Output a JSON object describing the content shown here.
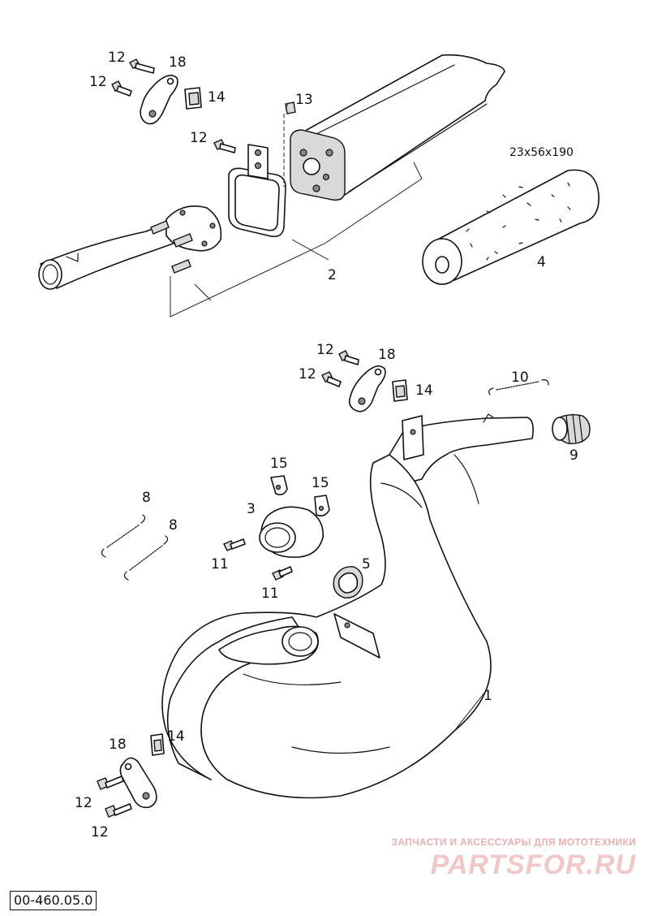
{
  "callouts": {
    "c1": "1",
    "c2": "2",
    "c3": "3",
    "c4": "4",
    "c5": "5",
    "c8a": "8",
    "c8b": "8",
    "c9": "9",
    "c10": "10",
    "c11a": "11",
    "c11b": "11",
    "c12a": "12",
    "c12b": "12",
    "c12c": "12",
    "c12d": "12",
    "c12e": "12",
    "c12f": "12",
    "c12g": "12",
    "c13": "13",
    "c14a": "14",
    "c14b": "14",
    "c14c": "14",
    "c15a": "15",
    "c15b": "15",
    "c18a": "18",
    "c18b": "18",
    "c18c": "18"
  },
  "insert_dimensions": "23x56x190",
  "drawing_code": "00-460.05.0",
  "watermark": {
    "subtitle": "ЗАПЧАСТИ И АКСЕССУАРЫ ДЛЯ МОТОТЕХНИКИ",
    "logo": "PARTSFOR.RU"
  }
}
